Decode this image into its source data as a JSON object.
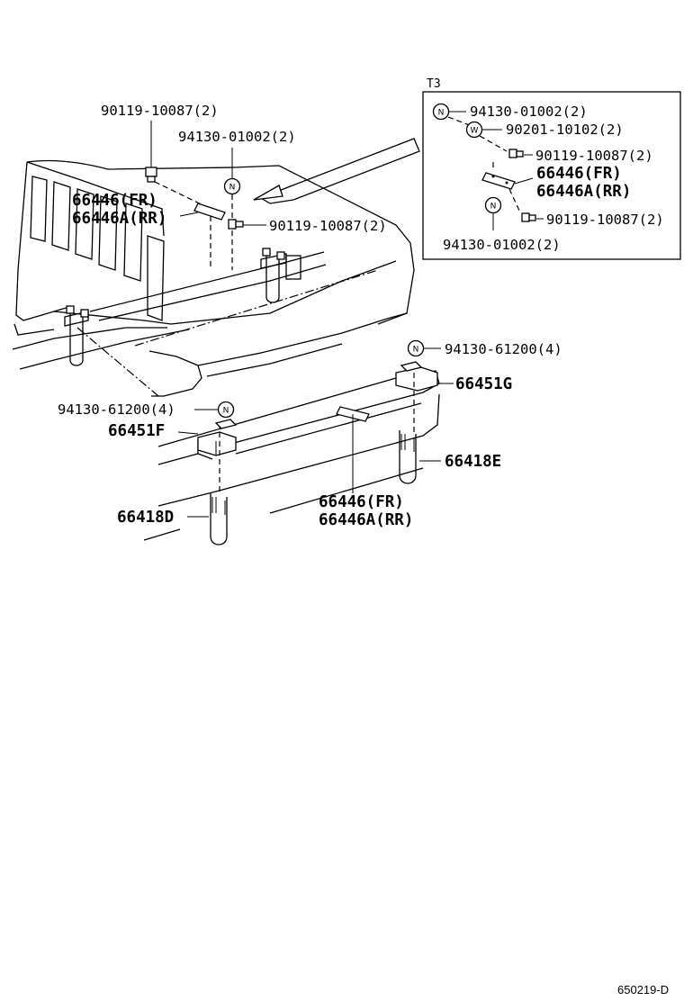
{
  "inset": {
    "marker": "T3",
    "labels": {
      "nut_top": "94130-01002(2)",
      "washer": "90201-10102(2)",
      "bolt_upper": "90119-10087(2)",
      "bracket_fr": "66446(FR)",
      "bracket_rr": "66446A(RR)",
      "bolt_lower": "90119-10087(2)",
      "nut_bottom": "94130-01002(2)"
    }
  },
  "upper": {
    "bolt_top": "90119-10087(2)",
    "nut": "94130-01002(2)",
    "bracket_fr": "66446(FR)",
    "bracket_rr": "66446A(RR)",
    "bolt_side": "90119-10087(2)"
  },
  "lower": {
    "nut_right": "94130-61200(4)",
    "crossmember_right": "66451G",
    "nut_left": "94130-61200(4)",
    "crossmember_left": "66451F",
    "ubolt_right": "66418E",
    "bracket_fr": "66446(FR)",
    "bracket_rr": "66446A(RR)",
    "ubolt_left": "66418D"
  },
  "symbols": {
    "nut_symbol": "N",
    "washer_symbol": "W"
  },
  "diagram_code": "650219-D"
}
